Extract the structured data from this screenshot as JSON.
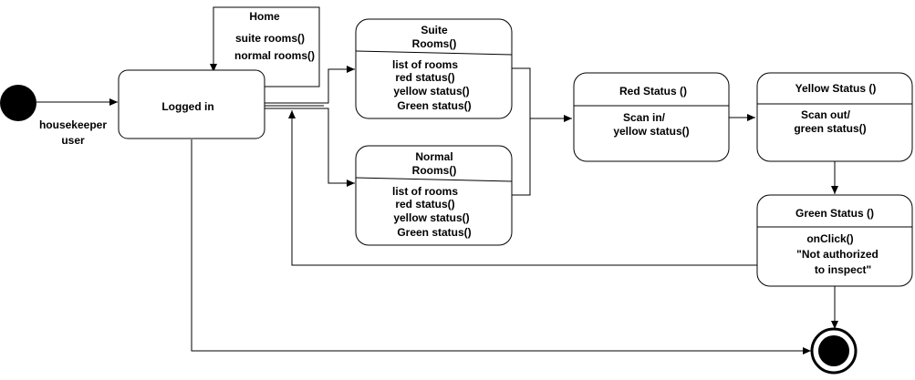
{
  "initial": {
    "label_line1": "housekeeper",
    "label_line2": "user"
  },
  "home": {
    "title": "Home",
    "items": [
      "suite rooms()",
      "normal rooms()"
    ]
  },
  "logged_in": {
    "label": "Logged in"
  },
  "suite": {
    "title_line1": "Suite",
    "title_line2": "Rooms()",
    "lines": [
      "list of rooms",
      "red status()",
      "yellow status()",
      "Green status()"
    ]
  },
  "normal": {
    "title_line1": "Normal",
    "title_line2": "Rooms()",
    "lines": [
      "list of rooms",
      "red status()",
      "yellow status()",
      "Green status()"
    ]
  },
  "red": {
    "title": "Red Status ()",
    "lines": [
      "Scan in/",
      "yellow status()"
    ]
  },
  "yellow": {
    "title": "Yellow Status ()",
    "lines": [
      "Scan out/",
      "green status()"
    ]
  },
  "green": {
    "title": "Green Status ()",
    "lines": [
      "onClick()",
      "\"Not authorized",
      "to inspect\""
    ]
  }
}
